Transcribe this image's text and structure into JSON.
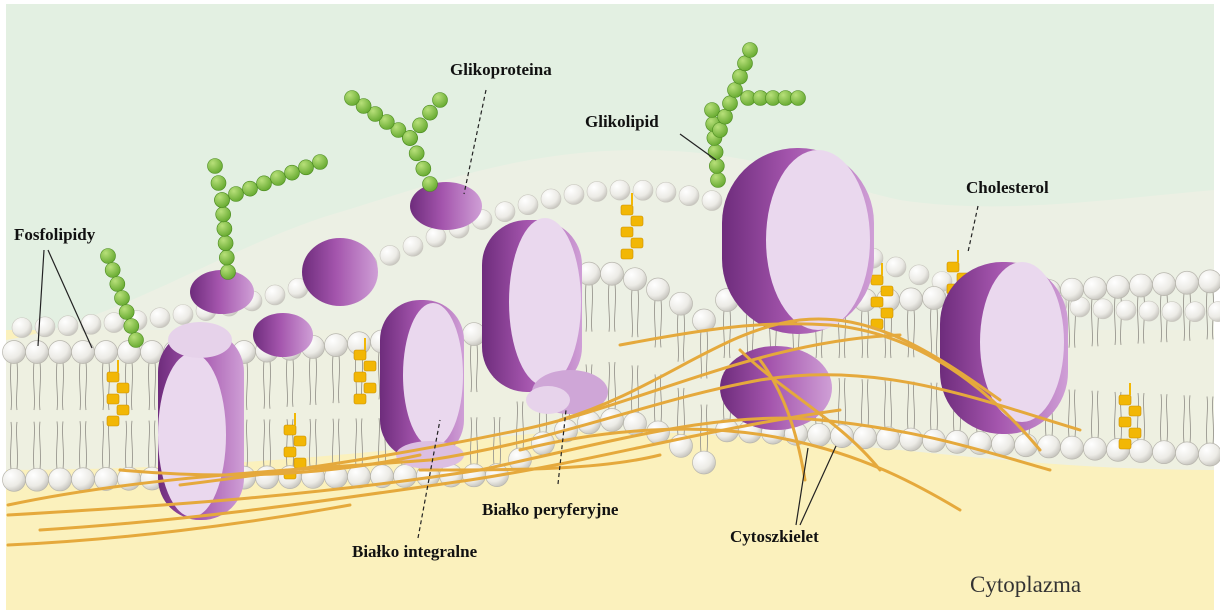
{
  "labels": {
    "glycoprotein": "Glikoproteina",
    "glycolipid": "Glikolipid",
    "cholesterol": "Cholesterol",
    "phospholipids": "Fosfolipidy",
    "peripheral_protein": "Białko peryferyjne",
    "integral_protein": "Białko integralne",
    "cytoskeleton": "Cytoszkielet",
    "cytoplasm": "Cytoplazma"
  },
  "colors": {
    "extracellular": "#e2f0e0",
    "cytoplasm": "#fbf0b8",
    "phospholipid_head": "#f4f3f0",
    "protein": "#9b4fa3",
    "protein_light": "#e8d6ec",
    "sugar_chain": "#7cbf3a",
    "cholesterol": "#f2b705",
    "cytoskeleton": "#e9b44c"
  }
}
